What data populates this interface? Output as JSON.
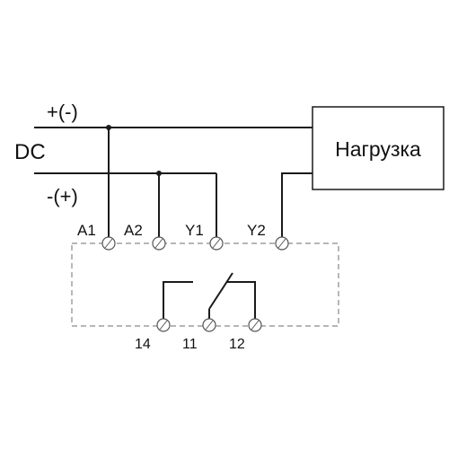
{
  "supply": {
    "dc_label": "DC",
    "positive_label": "+(-)",
    "negative_label": "-(+)"
  },
  "load": {
    "label": "Нагрузка"
  },
  "terminals": {
    "a1": "A1",
    "a2": "A2",
    "y1": "Y1",
    "y2": "Y2",
    "t14": "14",
    "t11": "11",
    "t12": "12"
  },
  "colors": {
    "wire": "#1a1a1a",
    "dashed_outline": "#8a8a8a",
    "terminal": "#555555"
  }
}
